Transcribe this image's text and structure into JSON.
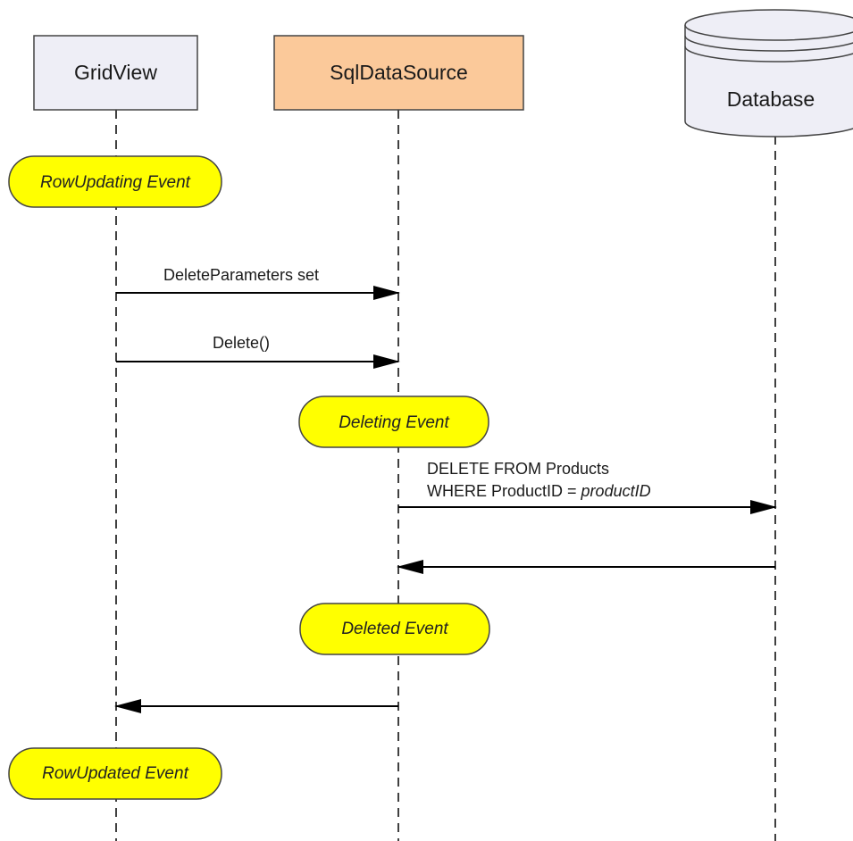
{
  "actors": {
    "gridview": {
      "label": "GridView",
      "fill": "#eeeef6"
    },
    "sqldatasource": {
      "label": "SqlDataSource",
      "fill": "#fbc99a"
    },
    "database": {
      "label": "Database",
      "fill": "#eeeef6"
    }
  },
  "events": {
    "row_updating": "RowUpdating Event",
    "deleting": "Deleting Event",
    "deleted": "Deleted Event",
    "row_updated": "RowUpdated Event"
  },
  "event_fill": "#ffff00",
  "messages": {
    "delete_parameters_set": "DeleteParameters set",
    "delete_call": "Delete()",
    "sql_line1": "DELETE FROM Products",
    "sql_line2_prefix": "WHERE ProductID = ",
    "sql_line2_param": "productID"
  }
}
